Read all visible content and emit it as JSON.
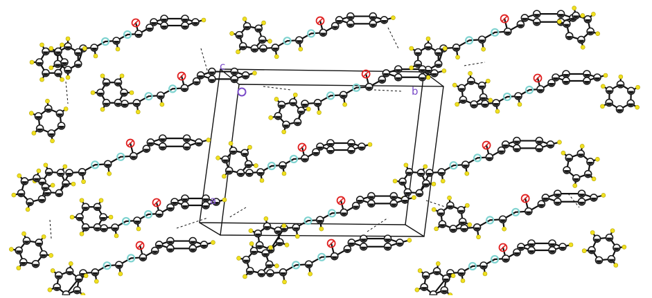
{
  "figure": {
    "type": "crystal-packing-diagram",
    "background_color": "#ffffff",
    "axis_labels": {
      "a": "a",
      "b": "b",
      "c": "c"
    },
    "axis_label_color": "#7a4bc8",
    "atom_colors": {
      "carbon": "#1a1a1a",
      "hydrogen": "#f0e020",
      "nitrogen": "#7fd3d0",
      "oxygen": "#e02020",
      "origin": "#7a4bc8"
    },
    "bond_color": "#111111",
    "hbond_style": "dashed",
    "unit_cell_outline_color": "#111111"
  }
}
